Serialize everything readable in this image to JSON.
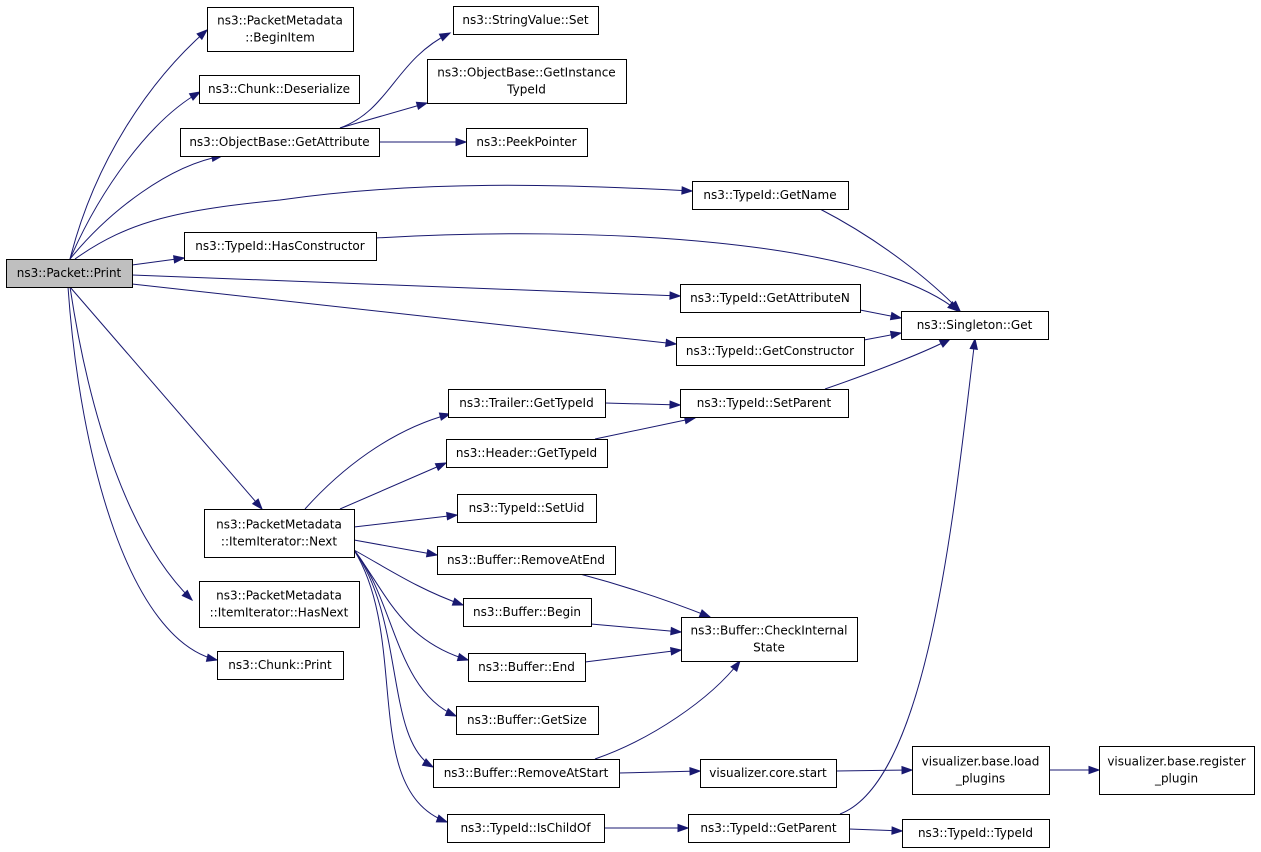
{
  "graph": {
    "edge_color": "#191970",
    "root_fill": "#bfbfbf",
    "nodes": [
      {
        "id": "root",
        "lines": [
          "ns3::Packet::Print"
        ],
        "root": true
      },
      {
        "id": "pm_begin",
        "lines": [
          "ns3::PacketMetadata",
          "::BeginItem"
        ]
      },
      {
        "id": "chunk_deser",
        "lines": [
          "ns3::Chunk::Deserialize"
        ]
      },
      {
        "id": "ob_getattr",
        "lines": [
          "ns3::ObjectBase::GetAttribute"
        ]
      },
      {
        "id": "sv_set",
        "lines": [
          "ns3::StringValue::Set"
        ]
      },
      {
        "id": "ob_getinst",
        "lines": [
          "ns3::ObjectBase::GetInstance",
          "TypeId"
        ]
      },
      {
        "id": "peek",
        "lines": [
          "ns3::PeekPointer"
        ]
      },
      {
        "id": "tid_getname",
        "lines": [
          "ns3::TypeId::GetName"
        ]
      },
      {
        "id": "tid_hascons",
        "lines": [
          "ns3::TypeId::HasConstructor"
        ]
      },
      {
        "id": "tid_getattrn",
        "lines": [
          "ns3::TypeId::GetAttributeN"
        ]
      },
      {
        "id": "singleton",
        "lines": [
          "ns3::Singleton::Get"
        ]
      },
      {
        "id": "tid_getcons",
        "lines": [
          "ns3::TypeId::GetConstructor"
        ]
      },
      {
        "id": "trailer_gettid",
        "lines": [
          "ns3::Trailer::GetTypeId"
        ]
      },
      {
        "id": "tid_setparent",
        "lines": [
          "ns3::TypeId::SetParent"
        ]
      },
      {
        "id": "header_gettid",
        "lines": [
          "ns3::Header::GetTypeId"
        ]
      },
      {
        "id": "pm_next",
        "lines": [
          "ns3::PacketMetadata",
          "::ItemIterator::Next"
        ]
      },
      {
        "id": "tid_setuid",
        "lines": [
          "ns3::TypeId::SetUid"
        ]
      },
      {
        "id": "buf_remend",
        "lines": [
          "ns3::Buffer::RemoveAtEnd"
        ]
      },
      {
        "id": "pm_hasnext",
        "lines": [
          "ns3::PacketMetadata",
          "::ItemIterator::HasNext"
        ]
      },
      {
        "id": "buf_begin",
        "lines": [
          "ns3::Buffer::Begin"
        ]
      },
      {
        "id": "buf_check",
        "lines": [
          "ns3::Buffer::CheckInternal",
          "State"
        ]
      },
      {
        "id": "chunk_print",
        "lines": [
          "ns3::Chunk::Print"
        ]
      },
      {
        "id": "buf_end",
        "lines": [
          "ns3::Buffer::End"
        ]
      },
      {
        "id": "buf_getsize",
        "lines": [
          "ns3::Buffer::GetSize"
        ]
      },
      {
        "id": "buf_remstart",
        "lines": [
          "ns3::Buffer::RemoveAtStart"
        ]
      },
      {
        "id": "viz_start",
        "lines": [
          "visualizer.core.start"
        ]
      },
      {
        "id": "viz_load",
        "lines": [
          "visualizer.base.load",
          "_plugins"
        ]
      },
      {
        "id": "viz_reg",
        "lines": [
          "visualizer.base.register",
          "_plugin"
        ]
      },
      {
        "id": "tid_ischild",
        "lines": [
          "ns3::TypeId::IsChildOf"
        ]
      },
      {
        "id": "tid_getparent",
        "lines": [
          "ns3::TypeId::GetParent"
        ]
      },
      {
        "id": "tid_tid",
        "lines": [
          "ns3::TypeId::TypeId"
        ]
      }
    ],
    "edges": [
      [
        "root",
        "pm_begin"
      ],
      [
        "root",
        "chunk_deser"
      ],
      [
        "root",
        "ob_getattr"
      ],
      [
        "root",
        "tid_getname"
      ],
      [
        "root",
        "tid_hascons"
      ],
      [
        "root",
        "tid_getattrn"
      ],
      [
        "root",
        "tid_getcons"
      ],
      [
        "root",
        "pm_next"
      ],
      [
        "root",
        "pm_hasnext"
      ],
      [
        "root",
        "chunk_print"
      ],
      [
        "ob_getattr",
        "sv_set"
      ],
      [
        "ob_getattr",
        "ob_getinst"
      ],
      [
        "ob_getattr",
        "peek"
      ],
      [
        "tid_getname",
        "singleton"
      ],
      [
        "tid_hascons",
        "singleton"
      ],
      [
        "tid_getattrn",
        "singleton"
      ],
      [
        "tid_getcons",
        "singleton"
      ],
      [
        "tid_setparent",
        "singleton"
      ],
      [
        "tid_getparent",
        "singleton"
      ],
      [
        "trailer_gettid",
        "tid_setparent"
      ],
      [
        "header_gettid",
        "tid_setparent"
      ],
      [
        "pm_next",
        "trailer_gettid"
      ],
      [
        "pm_next",
        "header_gettid"
      ],
      [
        "pm_next",
        "tid_setuid"
      ],
      [
        "pm_next",
        "buf_remend"
      ],
      [
        "pm_next",
        "buf_begin"
      ],
      [
        "pm_next",
        "buf_end"
      ],
      [
        "pm_next",
        "buf_getsize"
      ],
      [
        "pm_next",
        "buf_remstart"
      ],
      [
        "pm_next",
        "tid_ischild"
      ],
      [
        "buf_remend",
        "buf_check"
      ],
      [
        "buf_begin",
        "buf_check"
      ],
      [
        "buf_end",
        "buf_check"
      ],
      [
        "buf_remstart",
        "buf_check"
      ],
      [
        "buf_remstart",
        "viz_start"
      ],
      [
        "viz_start",
        "viz_load"
      ],
      [
        "viz_load",
        "viz_reg"
      ],
      [
        "tid_ischild",
        "tid_getparent"
      ],
      [
        "tid_getparent",
        "tid_tid"
      ]
    ]
  }
}
